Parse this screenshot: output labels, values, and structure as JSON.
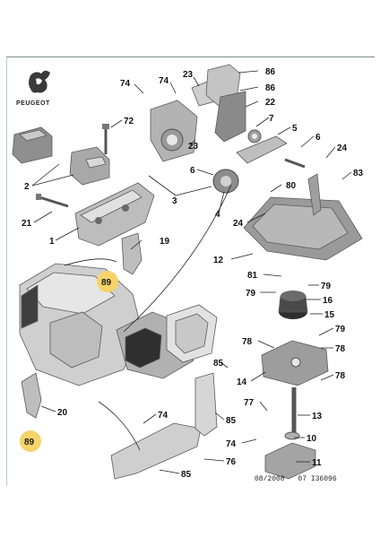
{
  "brand": {
    "name": "PEUGEOT"
  },
  "footer": {
    "ref_left": "08/2008",
    "ref_right": "07 I36096"
  },
  "highlight_color": "#f6d36b",
  "callouts": {
    "c74a": "74",
    "c74b": "74",
    "c23a": "23",
    "c86a": "86",
    "c86b": "86",
    "c72": "72",
    "c22": "22",
    "c7": "7",
    "c5": "5",
    "c6a": "6",
    "c23b": "23",
    "c6b": "6",
    "c2": "2",
    "c21": "21",
    "c1": "1",
    "c3": "3",
    "c4": "4",
    "c24a": "24",
    "c83": "83",
    "c80": "80",
    "c24b": "24",
    "c19": "19",
    "c12": "12",
    "c81": "81",
    "c79a": "79",
    "c79b": "79",
    "c16": "16",
    "c15": "15",
    "c79c": "79",
    "c78a": "78",
    "c78b": "78",
    "c85a": "85",
    "c14": "14",
    "c78c": "78",
    "c20": "20",
    "c77": "77",
    "c13": "13",
    "c74c": "74",
    "c85b": "85",
    "c10": "10",
    "c74d": "74",
    "c76": "76",
    "c11": "11",
    "c85c": "85"
  },
  "highlighted_callouts": {
    "h89a": "89",
    "h89b": "89"
  }
}
